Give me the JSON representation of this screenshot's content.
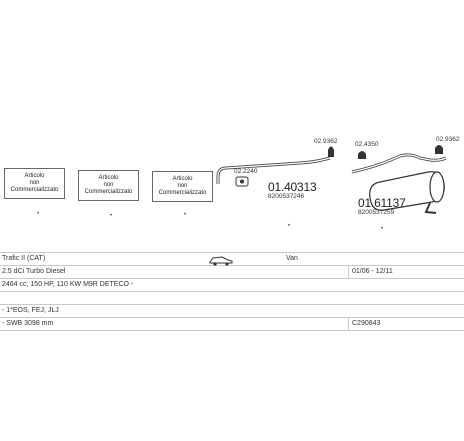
{
  "diagram": {
    "article_boxes": [
      {
        "text": "Articolo\nnon\nCommercializzato"
      },
      {
        "text": "Articolo\nnon\nCommercializzato"
      },
      {
        "text": "Articolo\nnon\nCommercializzato"
      }
    ],
    "part_labels": {
      "clamp_left": "02.2240",
      "hanger_left": "02.9362",
      "hanger_mid": "02.4350",
      "hanger_right": "02.9362"
    },
    "middle_part": {
      "code": "01.40313",
      "oem": "8200537246"
    },
    "rear_part": {
      "code": "01.61137",
      "oem": "8200537259"
    }
  },
  "info": {
    "model": "Trafic II  (CAT)",
    "body_type": "Van",
    "engine": "2.5 dCi Turbo Diesel",
    "years": "01/06 - 12/11",
    "spec": "2464 cc, 150 HP, 110 KW  M9R DETECO -",
    "notes": "- 1*EOS, FEJ, JLJ",
    "wheelbase": "- SWB 3098 mm",
    "reference": "C290843"
  },
  "icons": {
    "car": "car-icon"
  }
}
